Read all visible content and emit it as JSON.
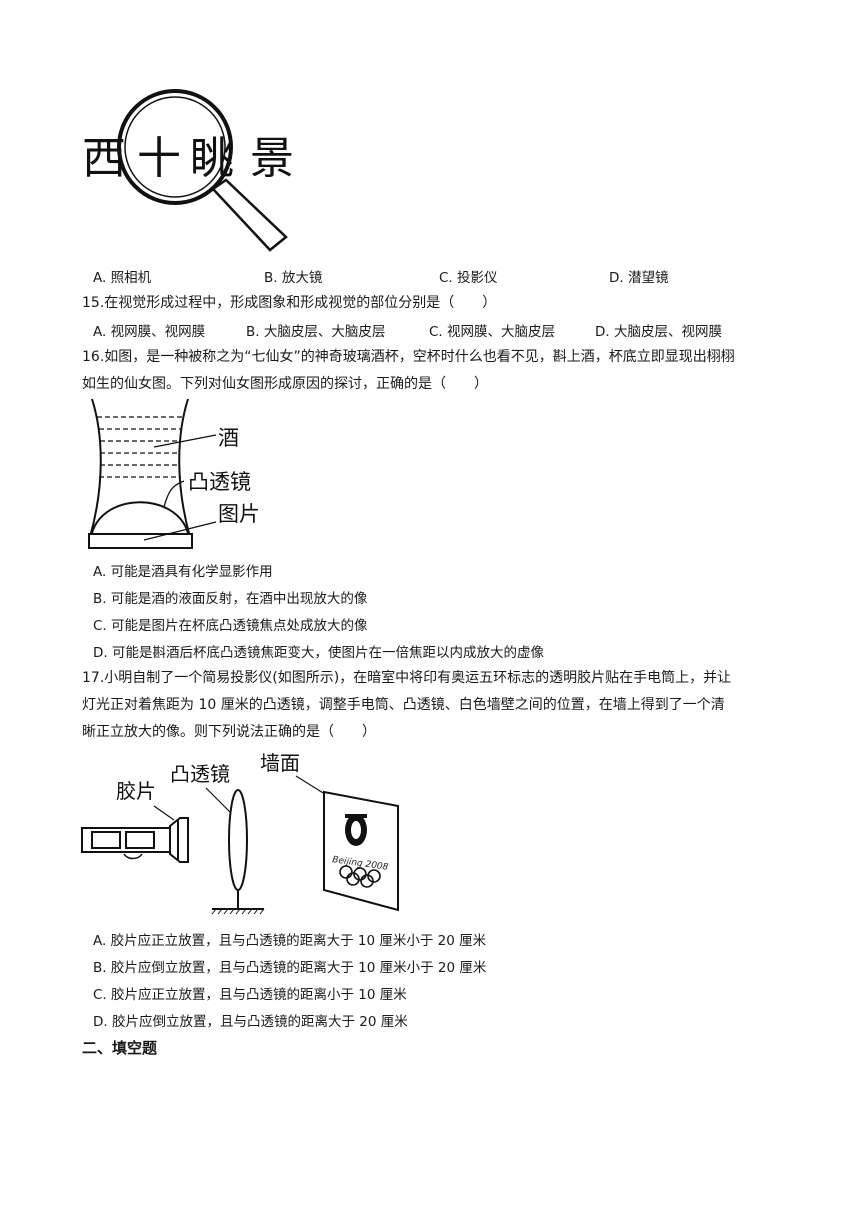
{
  "figure1": {
    "chars": [
      "西",
      "十",
      "眺",
      "景"
    ]
  },
  "q14": {
    "options": [
      "A. 照相机",
      "B. 放大镜",
      "C. 投影仪",
      "D. 潜望镜"
    ]
  },
  "q15": {
    "stem": "15.在视觉形成过程中，形成图象和形成视觉的部位分别是（　　）",
    "options": [
      "A. 视网膜、视网膜",
      "B. 大脑皮层、大脑皮层",
      "C. 视网膜、大脑皮层",
      "D. 大脑皮层、视网膜"
    ]
  },
  "q16": {
    "stem_line1": "16.如图，是一种被称之为“七仙女”的神奇玻璃酒杯，空杯时什么也看不见，斟上酒，杯底立即显现出栩栩",
    "stem_line2": "如生的仙女图。下列对仙女图形成原因的探讨，正确的是（　　）",
    "figure_labels": [
      "酒",
      "凸透镜",
      "图片"
    ],
    "options": [
      "A. 可能是酒具有化学显影作用",
      "B. 可能是酒的液面反射，在酒中出现放大的像",
      "C. 可能是图片在杯底凸透镜焦点处成放大的像",
      "D. 可能是斟酒后杯底凸透镜焦距变大，使图片在一倍焦距以内成放大的虚像"
    ]
  },
  "q17": {
    "stem_line1": "17.小明自制了一个简易投影仪(如图所示)，在暗室中将印有奥运五环标志的透明胶片贴在手电筒上，并让",
    "stem_line2": "灯光正对着焦距为 10 厘米的凸透镜，调整手电筒、凸透镜、白色墙壁之间的位置，在墙上得到了一个清",
    "stem_line3": "晰正立放大的像。则下列说法正确的是（　　）",
    "figure_labels": [
      "胶片",
      "凸透镜",
      "墙面"
    ],
    "wall_text": "Beijing 2008",
    "options": [
      "A. 胶片应正立放置，且与凸透镜的距离大于 10 厘米小于 20 厘米",
      "B. 胶片应倒立放置，且与凸透镜的距离大于 10 厘米小于 20 厘米",
      "C. 胶片应正立放置，且与凸透镜的距离小于 10 厘米",
      "D. 胶片应倒立放置，且与凸透镜的距离大于 20 厘米"
    ]
  },
  "section2": {
    "title": "二、填空题"
  }
}
